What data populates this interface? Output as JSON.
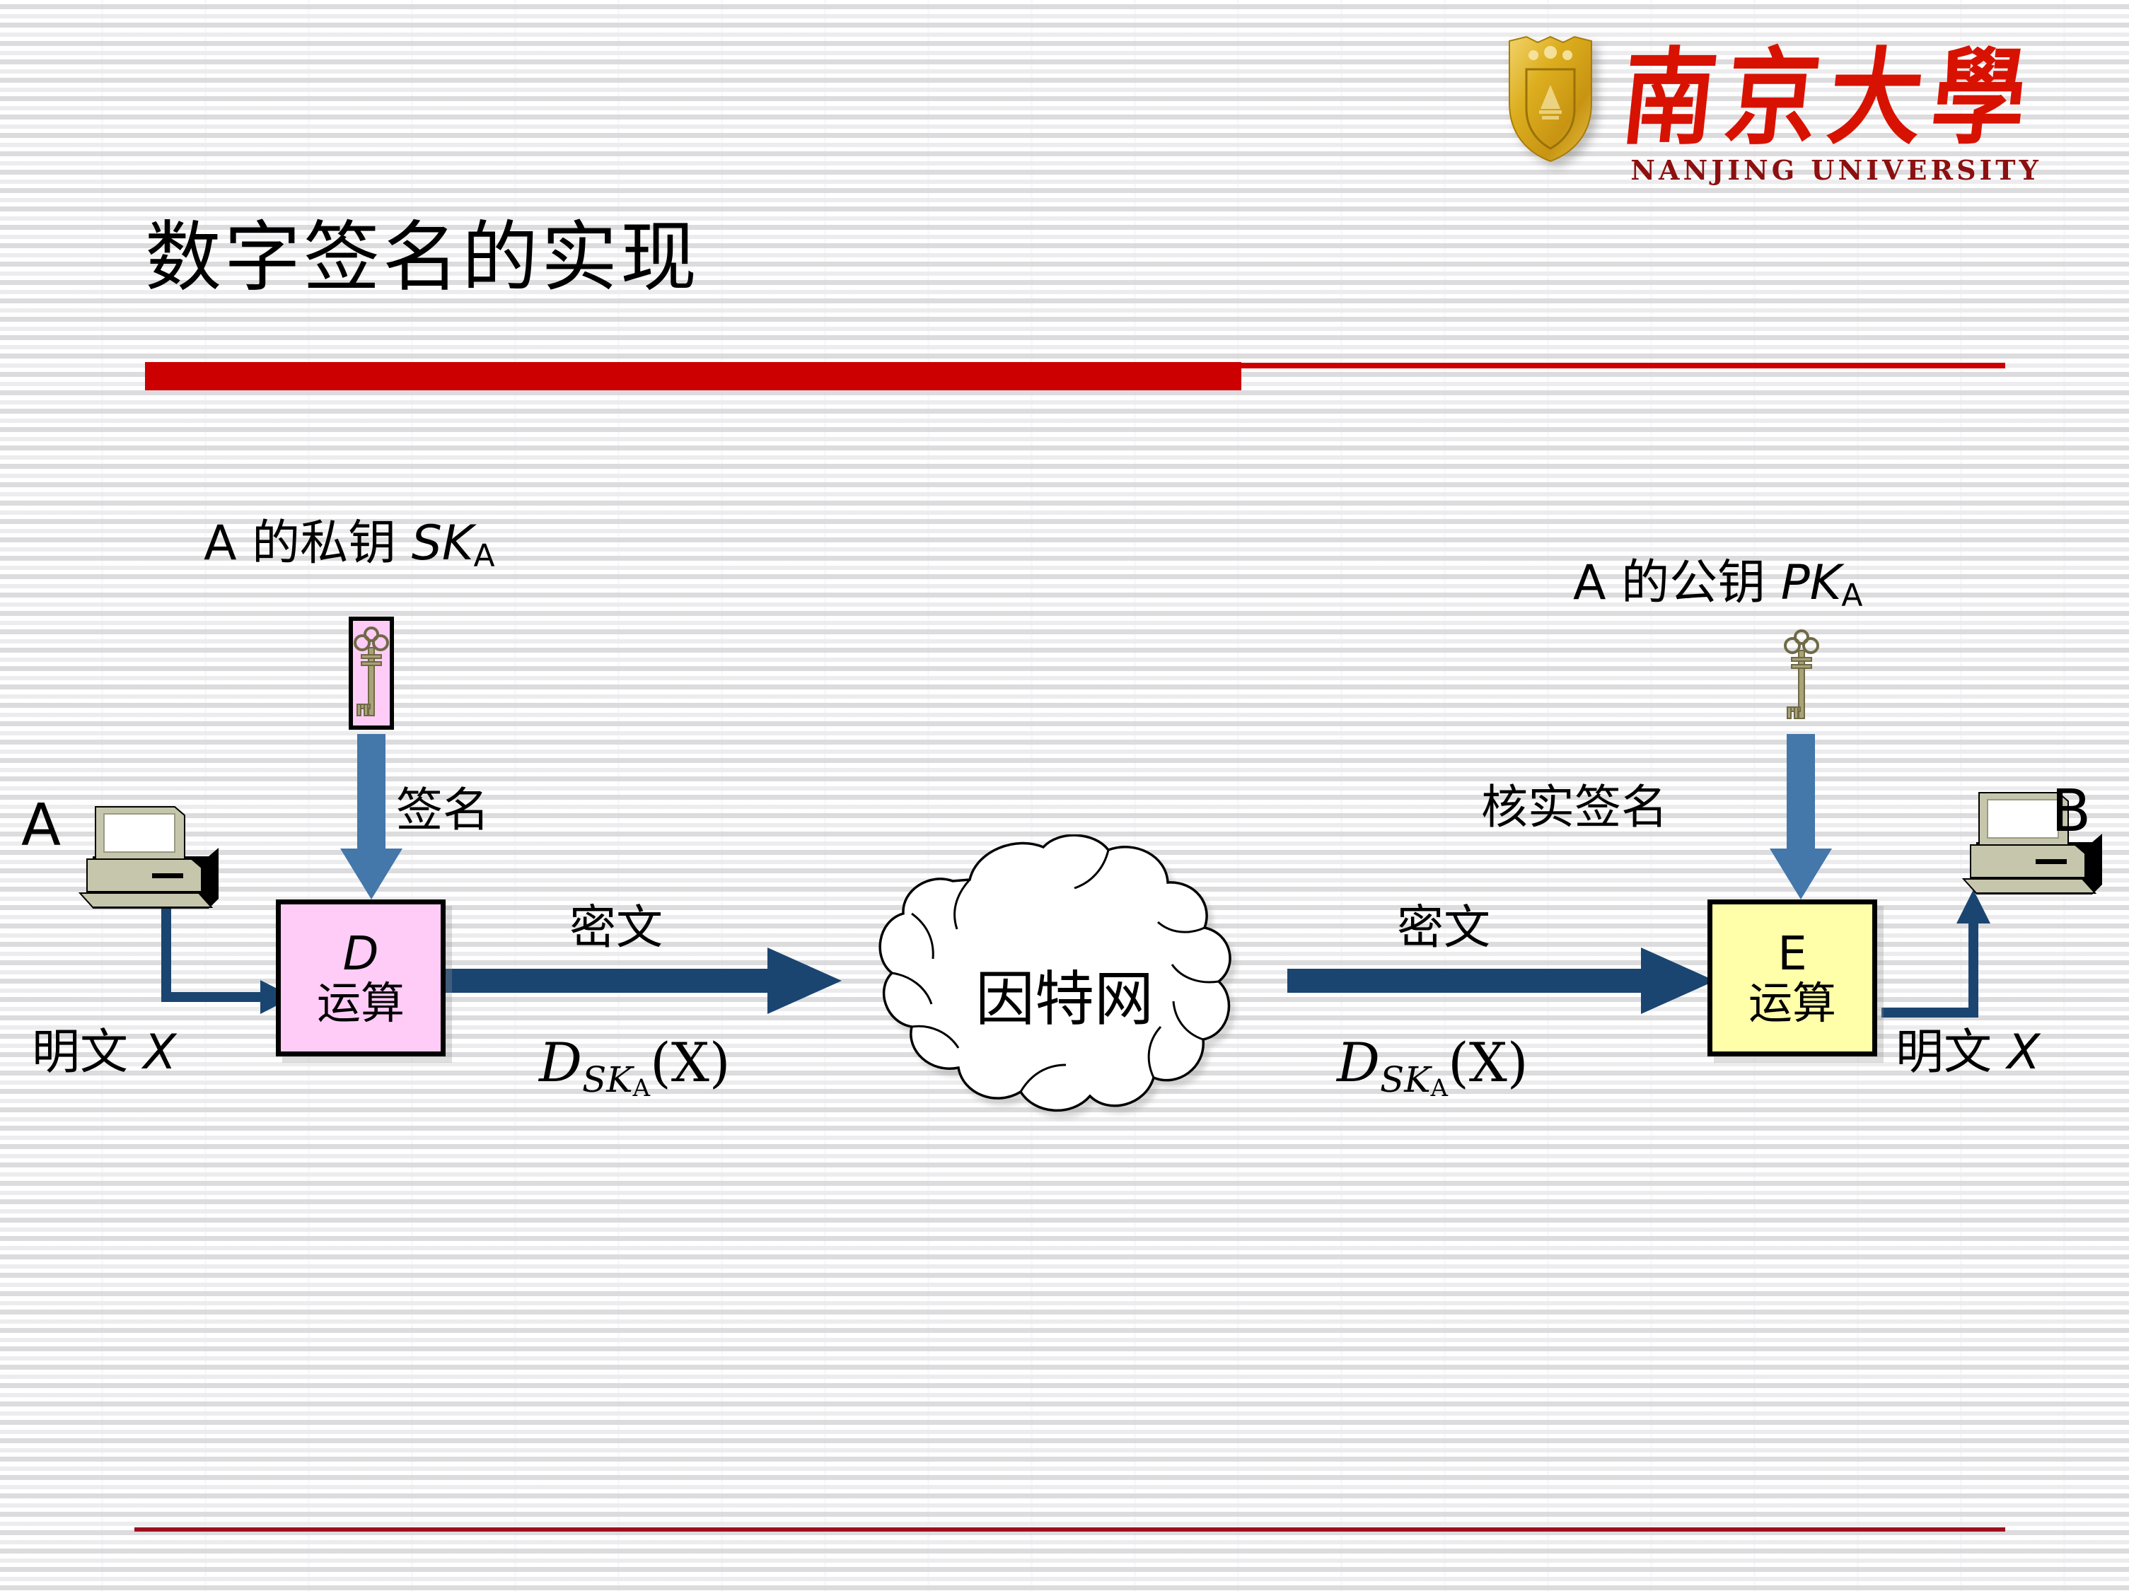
{
  "slide": {
    "title": "数字签名的实现",
    "accent_red": "#cc0000",
    "footer_rule_color": "#9e0d20"
  },
  "logo": {
    "name": "nanjing-university-logo",
    "chinese": "南京大學",
    "english": "NANJING  UNIVERSITY",
    "shield_color": "#d8a81c",
    "text_color": "#d81200"
  },
  "diagram": {
    "sender": {
      "node_letter": "A",
      "plaintext_label": "明文 ",
      "plaintext_var": "X",
      "key_caption_prefix": "A 的私钥 ",
      "key_caption_var": "SK",
      "key_caption_sub": "A",
      "key_arrow_label": "签名",
      "op_symbol": "D",
      "op_text": "运算",
      "op_fill": "#ffccf7",
      "key_box_fill": "#ffccf7"
    },
    "channel_left": {
      "label": "密文",
      "formula_main": "D",
      "formula_sub": "SK",
      "formula_sub_sub": "A",
      "formula_arg": "(X)"
    },
    "network": {
      "label": "因特网"
    },
    "channel_right": {
      "label": "密文",
      "formula_main": "D",
      "formula_sub": "SK",
      "formula_sub_sub": "A",
      "formula_arg": "(X)"
    },
    "receiver": {
      "node_letter": "B",
      "plaintext_label": "明文 ",
      "plaintext_var": "X",
      "key_caption_prefix": "A 的公钥 ",
      "key_caption_var": "PK",
      "key_caption_sub": "A",
      "key_arrow_label": "核实签名",
      "op_symbol": "E",
      "op_text": "运算",
      "op_fill": "#ffffaa"
    },
    "colors": {
      "flow_arrow": "#1b4571",
      "key_arrow": "#4477aa",
      "computer_body": "#c6c6ad",
      "box_border": "#000000"
    }
  }
}
